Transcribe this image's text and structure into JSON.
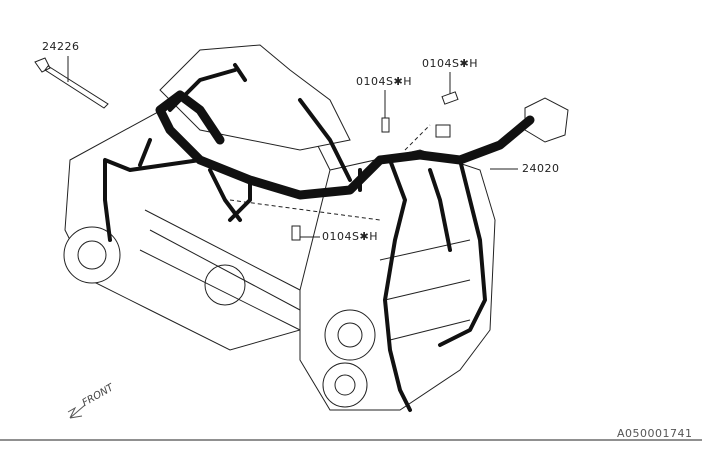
{
  "callouts": {
    "tie": "24226",
    "bolt_top_left": "0104S✱H",
    "bolt_top_right": "0104S✱H",
    "harness": "24020",
    "bolt_center": "0104S✱H"
  },
  "direction_label": "FRONT",
  "diagram_id": "A050001741"
}
